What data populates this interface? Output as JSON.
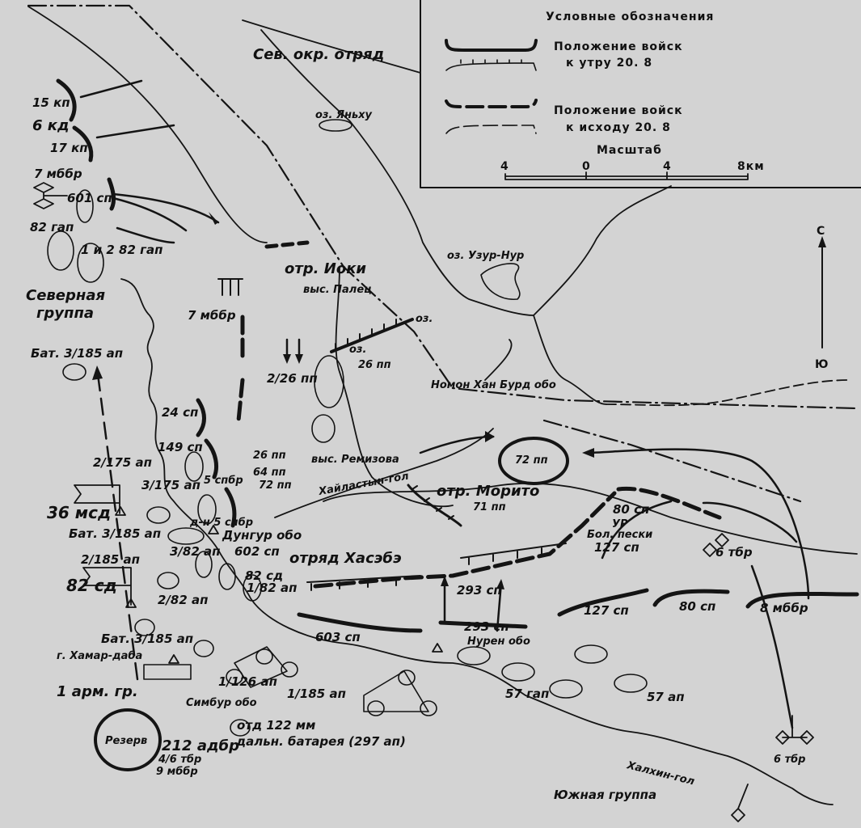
{
  "legend": {
    "title": "Условные обозначения",
    "item1_line1": "Положение войск",
    "item1_line2": "к утру 20. 8",
    "item2_line1": "Положение войск",
    "item2_line2": "к исходу 20. 8",
    "scale_title": "Масштаб",
    "scale_ticks": [
      "4",
      "0",
      "4",
      "8км"
    ]
  },
  "compass": {
    "north": "С",
    "south": "Ю"
  },
  "labels": {
    "sev_otr": "Сев. окр. отряд",
    "oz_yanhu": "оз. Яньху",
    "kp15": "15 кп",
    "kd6": "6 кд",
    "kp17": "17 кп",
    "mbbr7_a": "7 мббр",
    "sp601": "601 сп",
    "gap82": "82 гап",
    "gap82_12": "1 и 2 82 гап",
    "sev_gr1": "Северная",
    "sev_gr2": "группа",
    "otr_ioki": "отр. Иоки",
    "vys_palets": "выс. Палец",
    "mbbr7_b": "7 мббр",
    "oz_a": "оз.",
    "oz_b": "оз.",
    "pp26_a": "26 пп",
    "oz_uzur": "оз. Узур-Нур",
    "nomon": "Номон Хан Бурд обо",
    "bat_a": "Бат. 3/185 ап",
    "pp2_26": "2/26 пп",
    "sp24": "24 сп",
    "sp149": "149 сп",
    "ap2_175": "2/175 ап",
    "ap3_175": "3/175 ап",
    "spbr5": "5 спбр",
    "pp26_b": "26 пп",
    "pp64": "64 пп",
    "pp72_a": "72 пп",
    "vys_remizova": "выс. Ремизова",
    "khailastyn": "Хайластын-гол",
    "msd36": "36 мсд",
    "dn5": "д-н 5 спбр",
    "bat_b": "Бат. 3/185 ап",
    "dungur": "Дунгур обо",
    "ap3_82": "3/82 ап",
    "sp602": "602 сп",
    "otr_khasebe": "отряд Хасэбэ",
    "ap2_185": "2/185 ап",
    "sd82_small": "82 сд",
    "ap1_82": "1/82 ап",
    "sd82": "82 сд",
    "ap2_82": "2/82 ап",
    "sp603": "603 сп",
    "bat_c": "Бат. 3/185 ап",
    "khamar": "г. Хамар-даба",
    "arm1": "1 арм. гр.",
    "simbur": "Симбур обо",
    "ap1_126": "1/126 ап",
    "ap1_185": "1/185 ап",
    "otd122": "отд 122 мм",
    "daln": "дальн. батарея (297 ап)",
    "rezerv": "Резерв",
    "adbr212": "212 адбр",
    "tbr4_6": "4/6 тбр",
    "mbbr9": "9 мббр",
    "yuzh": "Южная группа",
    "khalkhin": "Халхин-гол",
    "tbr6_a": "6 тбр",
    "gap57": "57 гап",
    "ap57": "57 ап",
    "nuren": "Нурен обо",
    "sp293_a": "293 сп",
    "sp293_b": "293 сп",
    "sp127_a": "127 сп",
    "sp80_a": "80 сп",
    "mbbr8": "8 мббр",
    "tbr6_b": "6 тбр",
    "sp80_b": "80 сп",
    "ur": "УР",
    "bol_peski": "Бол. пески",
    "sp127_b": "127 сп",
    "otr_morito": "отр. Морито",
    "pp71": "71 пп",
    "pp72_b": "72 пп"
  }
}
